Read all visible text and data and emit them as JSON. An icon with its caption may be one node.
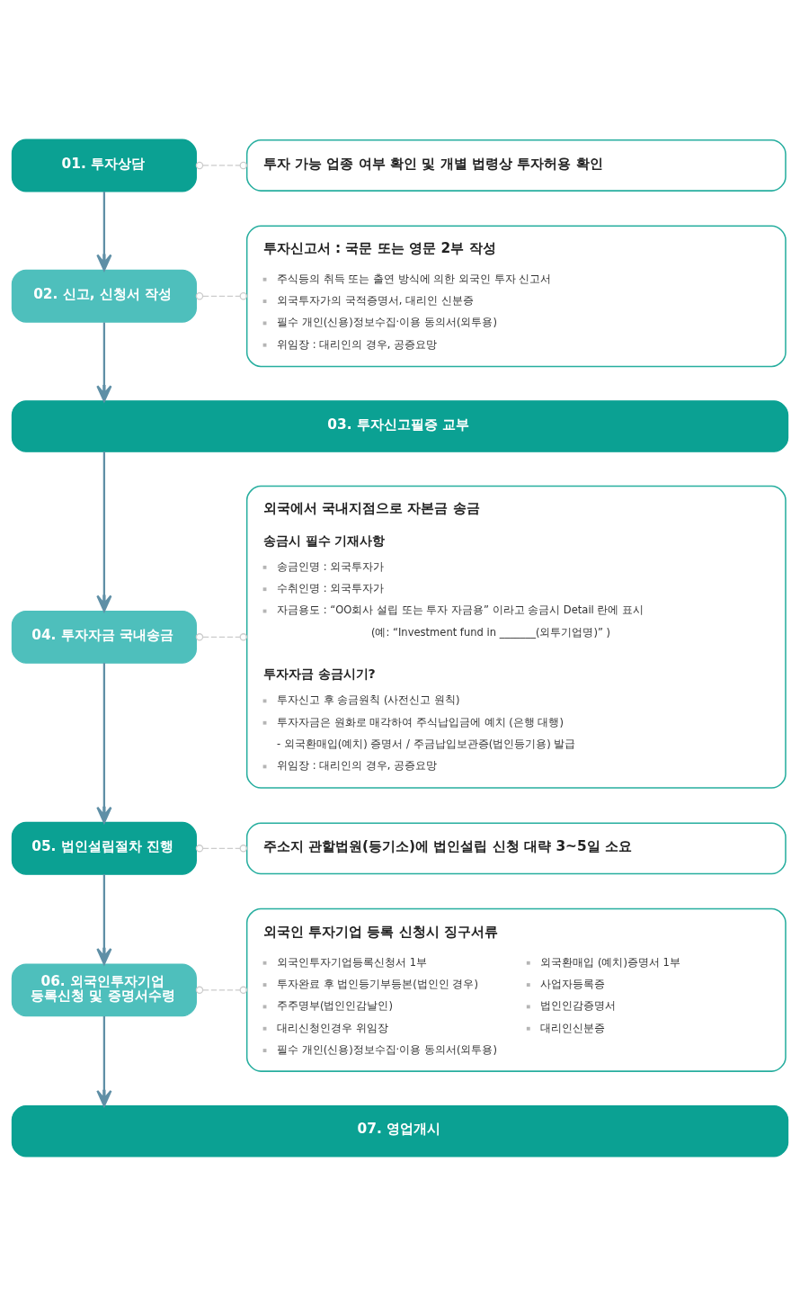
{
  "diagram": {
    "nodes": [
      {
        "text": [
          "01. 투자상담"
        ]
      },
      {
        "text": [
          "투자 가능 업종 여부 확인 및 개별 법령상 투자허용 확인"
        ]
      },
      {
        "text": [
          "02. 신고, 신청서 작성"
        ]
      },
      {
        "text": [
          "투자신고서 : 국문 또는 영문 2부 작성",
          "주식등의 취득 또는 출연 방식에 의한 외국인 투자 신고서",
          "외국투자가의 국적증명서, 대리인 신분증",
          "필수 개인(신용)정보수집·이용 동의서(외투용)",
          "위임장 : 대리인의 경우, 공증요망"
        ]
      },
      {
        "text": [
          "03. 투자신고필증 교부"
        ]
      },
      {
        "text": [
          "04. 투자자금 국내송금"
        ]
      },
      {
        "text": [
          "외국에서 국내지점으로 자본금 송금",
          "송금시 필수 기재사항",
          "송금인명 : 외국투자가",
          "수취인명 : 외국투자가",
          "자금용도 : “OO회사 설립 또는 투자 자금용” 이라고 송금시 Detail 란에 표시",
          "(예: “Investment fund in _______(외투기업명)” )",
          "투자자금 송금시기?",
          "투자신고 후 송금원칙 (사전신고 원칙)",
          "투자자금은 원화로 매각하여 주식납입금에 예치 (은행 대행)",
          "- 외국환매입(예치) 증명서 / 주금납입보관증(법인등기용) 발급",
          "위임장 : 대리인의 경우, 공증요망"
        ]
      },
      {
        "text": [
          "05. 법인설립절차 진행"
        ]
      },
      {
        "text": [
          "주소지 관할법원(등기소)에 법인설립 신청 대략 3~5일 소요"
        ]
      },
      {
        "text": [
          "06. 외국인투자기업 등록신청 및 증명서수령"
        ]
      },
      {
        "text": [
          "외국인 투자기업 등록 신청시 징구서류",
          "외국인투자기업등록신청서 1부",
          "투자완료 후 법인등기부등본(법인인 경우)",
          "주주명부(법인인감날인)",
          "대리신청인경우 위임장",
          "필수 개인(신용)정보수집·이용 동의서(외투용)",
          "외국환매입 (예치)증명서 1부",
          "사업자등록증",
          "법인인감증명서",
          "대리인신분증"
        ]
      },
      {
        "text": [
          "07. 영업개시"
        ]
      }
    ],
    "edges": [
      {
        "from": 0,
        "to": 1,
        "arrow": "other",
        "style": "dashed",
        "color": "#cccccc"
      },
      {
        "from": 0,
        "to": 2,
        "arrow": "to"
      },
      {
        "from": 2,
        "to": 3,
        "arrow": "other",
        "style": "dashed",
        "color": "#cccccc"
      },
      {
        "from": 2,
        "to": 4,
        "arrow": "to"
      },
      {
        "from": 4,
        "to": 5,
        "arrow": "to"
      },
      {
        "from": 5,
        "to": 6,
        "arrow": "other",
        "style": "dashed",
        "color": "#cccccc"
      },
      {
        "from": 5,
        "to": 7,
        "arrow": "to"
      },
      {
        "from": 7,
        "to": 8,
        "arrow": "other",
        "style": "dashed",
        "color": "#cccccc"
      },
      {
        "from": 7,
        "to": 9,
        "arrow": "to"
      },
      {
        "from": 9,
        "to": 10,
        "arrow": "other",
        "style": "dashed",
        "color": "#cccccc"
      },
      {
        "from": 9,
        "to": 11,
        "arrow": "to"
      }
    ]
  }
}
